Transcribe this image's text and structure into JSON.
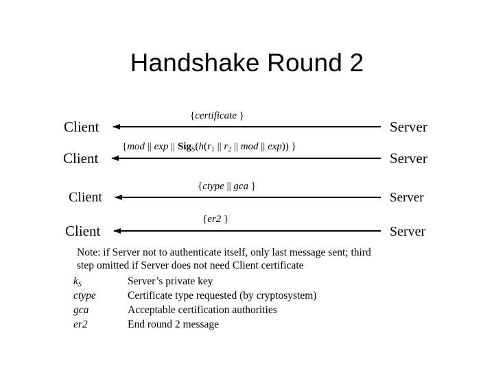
{
  "slide": {
    "title": "Handshake Round 2",
    "background_color": "#ffffff",
    "text_color": "#000000"
  },
  "exchanges": [
    {
      "left_label": "Client",
      "right_label": "Server",
      "direction": "server-to-client",
      "arrow_icon": "left-arrow-icon",
      "message": "{certificate }"
    },
    {
      "left_label": "Client",
      "right_label": "Server",
      "direction": "server-to-client",
      "arrow_icon": "left-arrow-icon",
      "message": "{mod || exp || SigS(h(r1 || r2 || mod || exp)) }"
    },
    {
      "left_label": "Client",
      "right_label": "Server",
      "direction": "server-to-client",
      "arrow_icon": "left-arrow-icon",
      "message": "{ctype || gca }"
    },
    {
      "left_label": "Client",
      "right_label": "Server",
      "direction": "server-to-client",
      "arrow_icon": "left-arrow-icon",
      "message": "{er2 }"
    }
  ],
  "message_parts": {
    "msg1": {
      "open": "{",
      "body": "certificate",
      "close": " }"
    },
    "msg2": {
      "open": "{",
      "mod1": "mod",
      "sep1": " || ",
      "exp1": "exp",
      "sep2": " || ",
      "sig": "Sig",
      "sig_sub": "S",
      "paren_open": "(",
      "h": "h",
      "h_paren": "(",
      "r1": "r",
      "r1_sub": "1",
      "sep3": " || ",
      "r2": "r",
      "r2_sub": "2",
      "sep4": " || ",
      "mod2": "mod",
      "sep5": " || ",
      "exp2": "exp",
      "close_parens": ")) ",
      "close": "}"
    },
    "msg3": {
      "open": "{",
      "ctype": "ctype",
      "sep": " || ",
      "gca": "gca",
      "close": " }"
    },
    "msg4": {
      "open": "{",
      "er2": "er2",
      "close": " }"
    }
  },
  "notes": {
    "line1": "Note: if Server not to authenticate itself, only last message sent; third",
    "line2": "step omitted if Server does not need Client certificate"
  },
  "glossary": [
    {
      "term": "k",
      "term_sub": "S",
      "definition": "Server’s private key"
    },
    {
      "term": "ctype",
      "term_sub": "",
      "definition": "Certificate type requested (by cryptosystem)"
    },
    {
      "term": "gca",
      "term_sub": "",
      "definition": "Acceptable certification authorities"
    },
    {
      "term": "er2",
      "term_sub": "",
      "definition": "End round 2 message"
    }
  ]
}
